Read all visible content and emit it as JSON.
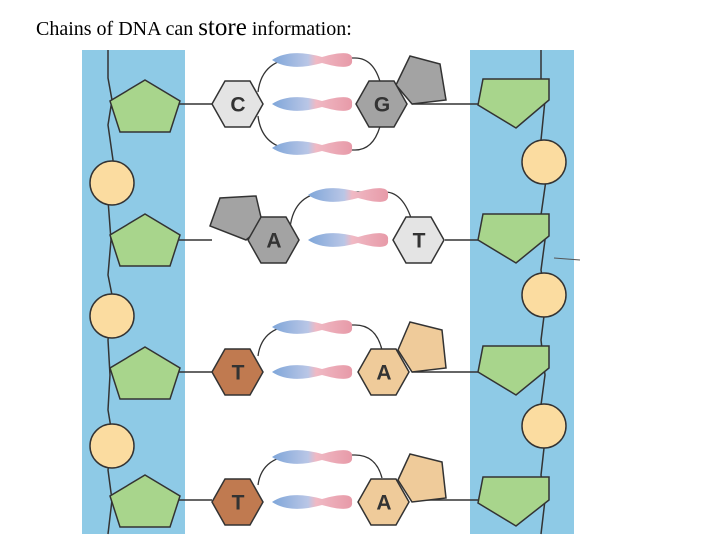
{
  "title": {
    "part1": "Chains of DNA can ",
    "emphasis": "store",
    "part2": " information:"
  },
  "colors": {
    "backbone": "#8ecae6",
    "sugar": "#a8d58c",
    "phosphate": "#fbdca0",
    "purine_gray": "#a3a3a3",
    "pyrimidine_light": "#e4e4e4",
    "thymine_brown": "#c07a50",
    "adenine_tan": "#efcb9a",
    "bond_blue": "#7fa6d9",
    "bond_pink": "#e79aa8"
  },
  "base_pairs": [
    {
      "left": "C",
      "right": "G",
      "hydrogen_bonds": 3
    },
    {
      "left": "A",
      "right": "T",
      "hydrogen_bonds": 2
    },
    {
      "left": "T",
      "right": "A",
      "hydrogen_bonds": 2
    },
    {
      "left": "T",
      "right": "A",
      "hydrogen_bonds": 2
    }
  ]
}
